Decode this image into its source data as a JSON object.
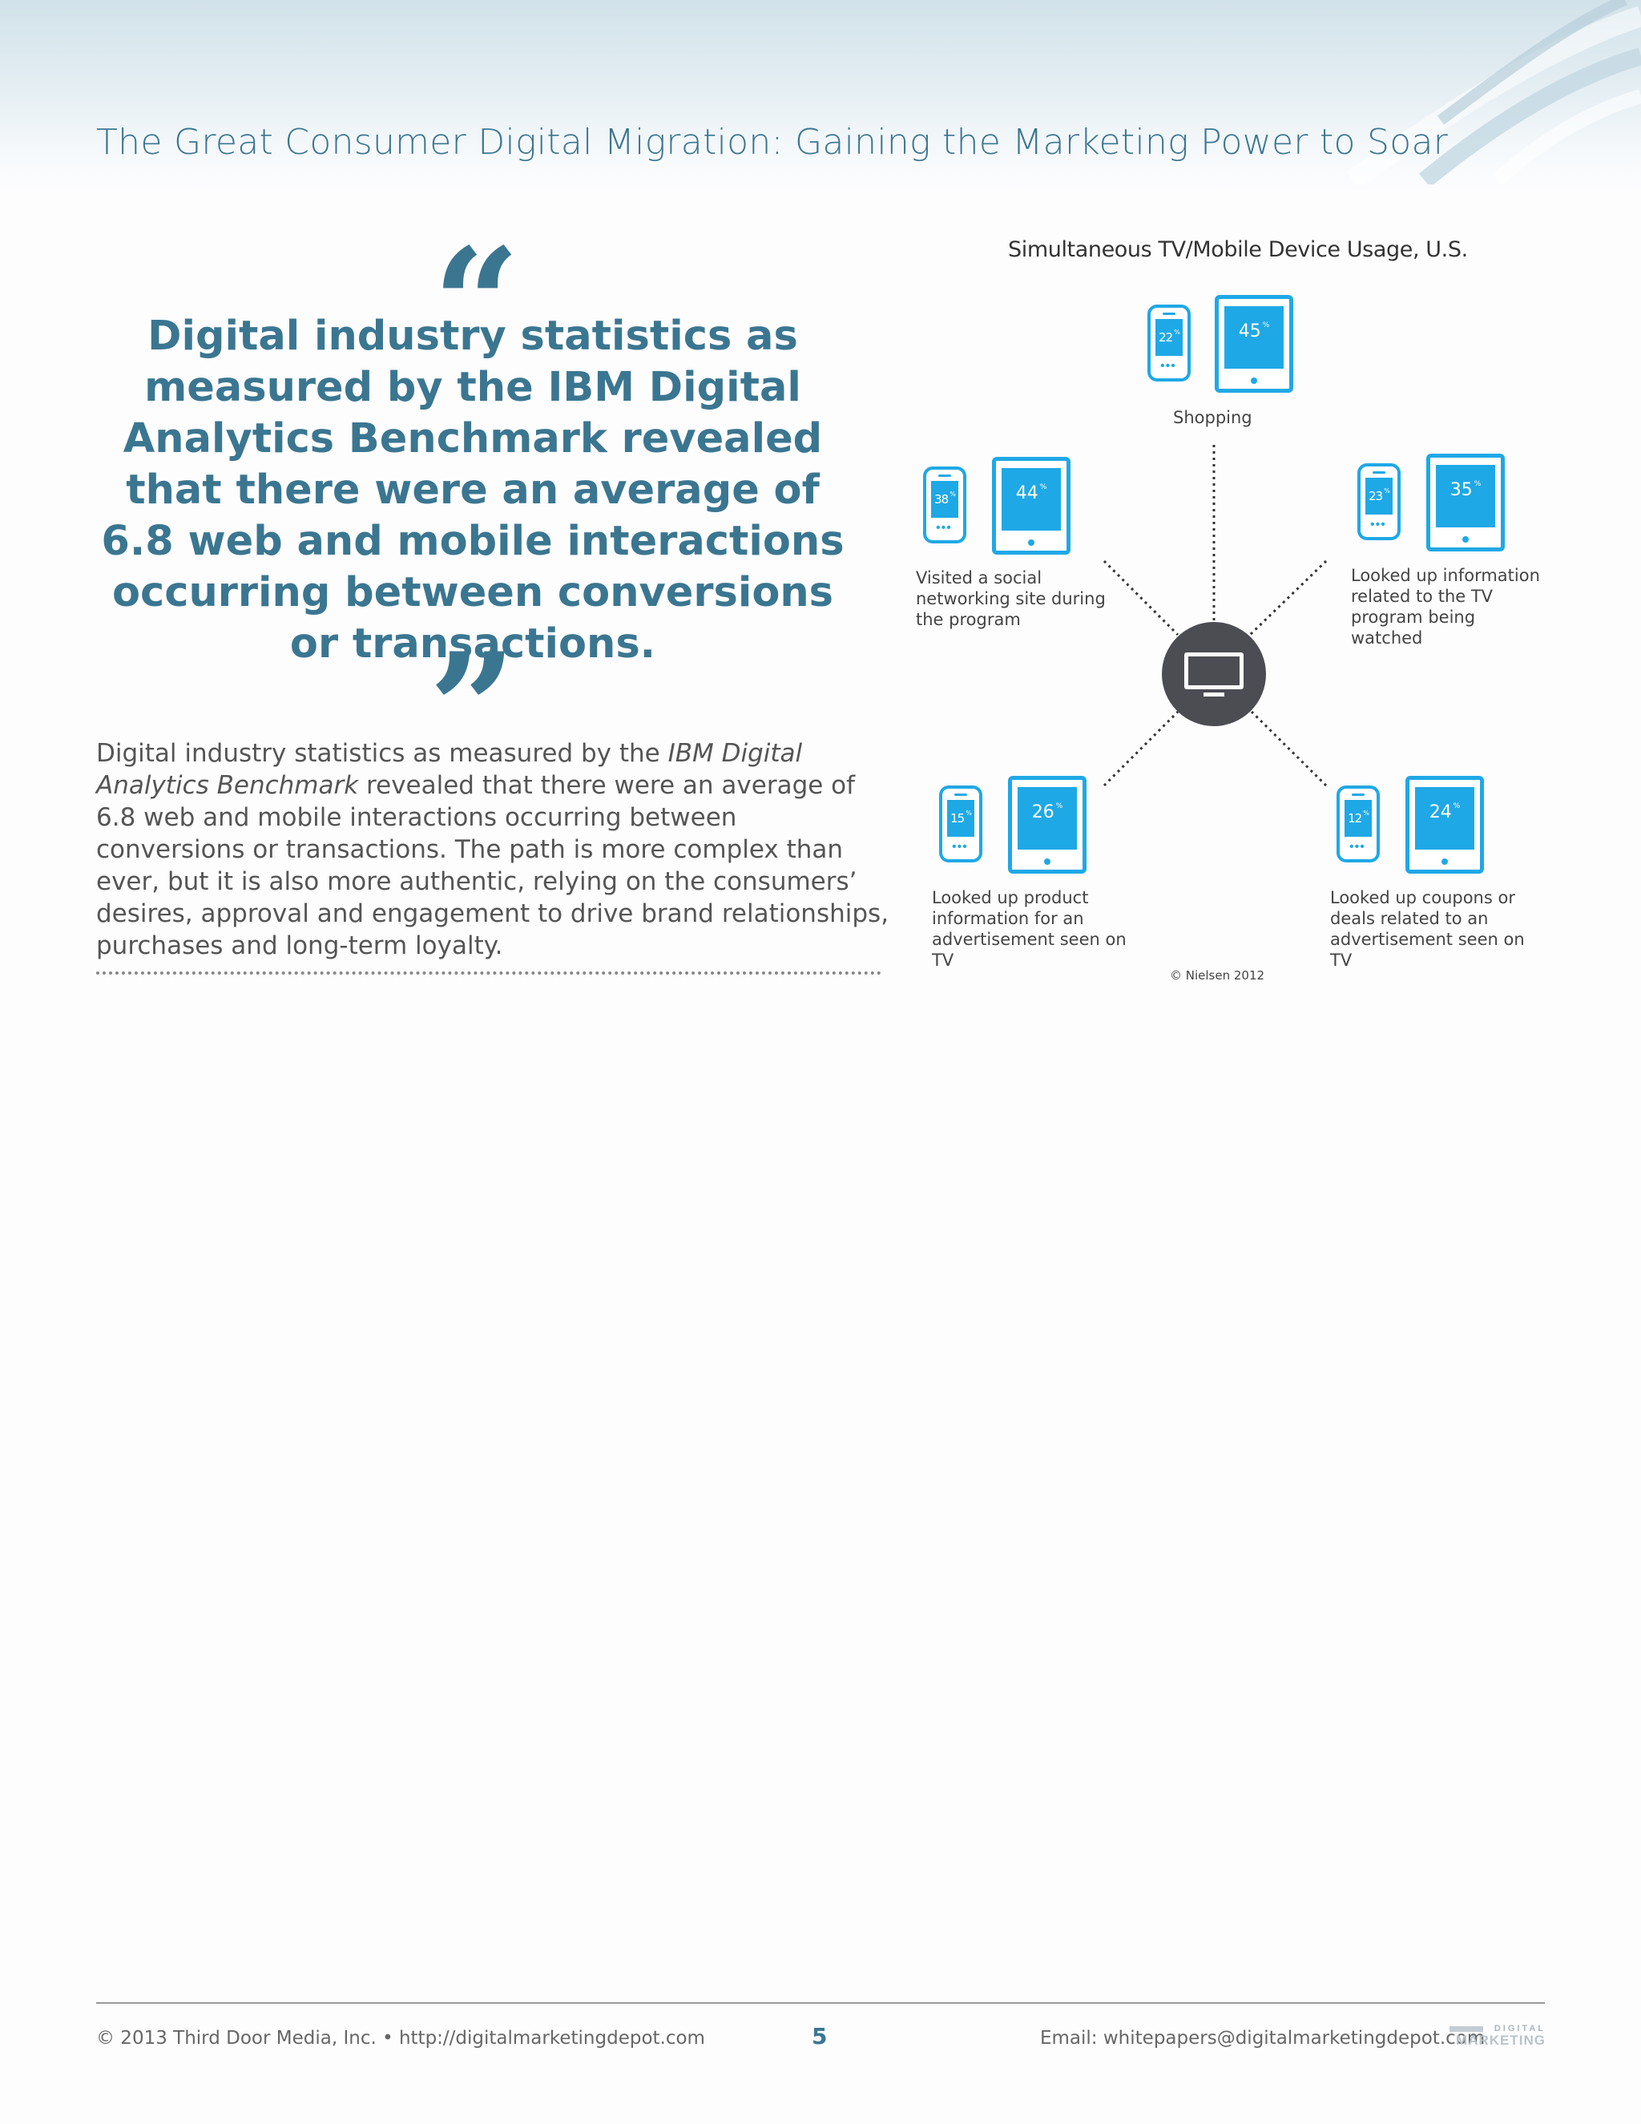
{
  "header": {
    "title": "The Great Consumer Digital Migration: Gaining the Marketing Power to Soar"
  },
  "pull_quote": {
    "open_mark": "“",
    "close_mark": "”",
    "text": "Digital industry statistics as measured by the IBM Digital Analytics Benchmark revealed that there were an average of 6.8 web and mobile interactions occurring between conversions or transactions."
  },
  "body": {
    "part1": "Digital industry statistics as measured by the ",
    "emphasis": "IBM Digital Analytics Benchmark",
    "part2": " revealed that there were an average of 6.8 web and mobile interactions occurring between conversions or transactions. The path is more complex than ever, but it is also more authentic, relying on the consumers’ desires, approval and engagement to drive brand relationships, purchases and long-term loyalty."
  },
  "chart_data": {
    "type": "infographic",
    "title": "Simultaneous TV/Mobile Device Usage, U.S.",
    "series": [
      {
        "name": "Smartphone"
      },
      {
        "name": "Tablet"
      }
    ],
    "categories": [
      "Shopping",
      "Visited a social networking site during the program",
      "Looked up information related to the TV program being watched",
      "Looked up product information for an advertisement seen on TV",
      "Looked up coupons or deals related to an advertisement seen on TV"
    ],
    "segments": [
      {
        "key": "shopping",
        "label": "Shopping",
        "phone_pct": 22,
        "tablet_pct": 45
      },
      {
        "key": "social",
        "label": "Visited a social networking site during the program",
        "phone_pct": 38,
        "tablet_pct": 44
      },
      {
        "key": "info",
        "label": "Looked up information related to the TV program being watched",
        "phone_pct": 23,
        "tablet_pct": 35
      },
      {
        "key": "product",
        "label": "Looked up product information for an advertisement seen on TV",
        "phone_pct": 15,
        "tablet_pct": 26
      },
      {
        "key": "coupons",
        "label": "Looked up coupons or deals related to an advertisement seen on TV",
        "phone_pct": 12,
        "tablet_pct": 24
      }
    ],
    "pct_symbol": "%",
    "source": "© Nielsen 2012"
  },
  "colors": {
    "accent_blue": "#3b7691",
    "device_blue": "#1fa8e6",
    "hub_gray": "#4c4d52"
  },
  "icons": [
    "tv-icon",
    "smartphone-icon",
    "tablet-icon"
  ],
  "footer": {
    "left": "© 2013 Third Door Media, Inc. • http://digitalmarketingdepot.com",
    "page_number": "5",
    "email": "Email: whitepapers@digitalmarketingdepot.com",
    "logo_top": "DIGITAL",
    "logo_bottom": "MARKETING"
  }
}
